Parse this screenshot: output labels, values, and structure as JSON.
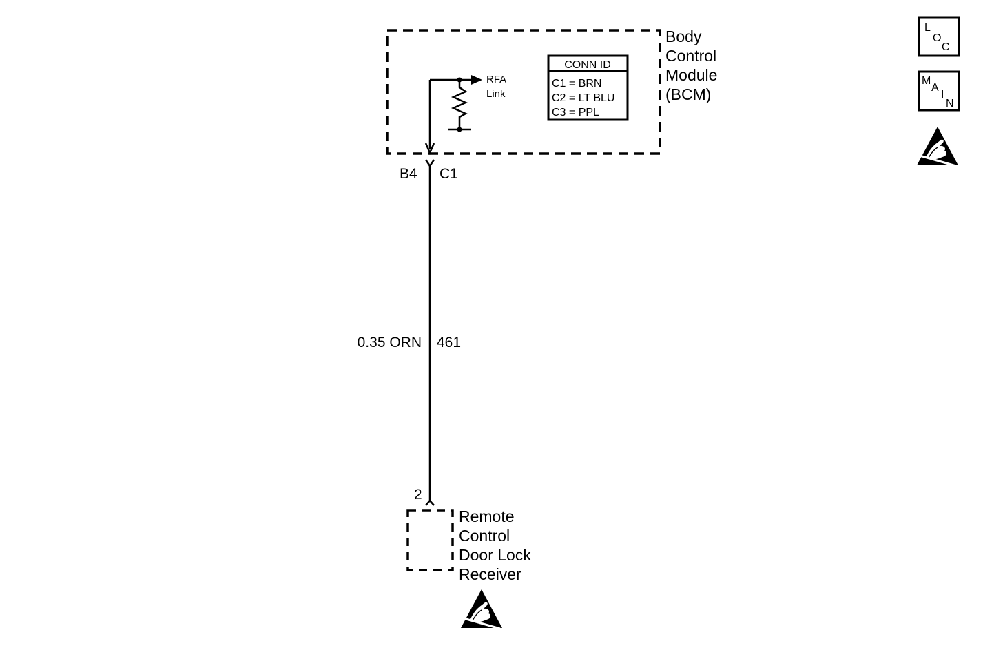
{
  "bcm": {
    "name_lines": [
      "Body",
      "Control",
      "Module",
      "(BCM)"
    ],
    "rfa_lines": [
      "RFA",
      "Link"
    ],
    "conn_id": {
      "title": "CONN ID",
      "rows": [
        "C1 =  BRN",
        "C2 =  LT BLU",
        "C3 = PPL"
      ]
    },
    "pin": "B4",
    "connector": "C1"
  },
  "wire": {
    "size_color": "0.35 ORN",
    "circuit": "461"
  },
  "receiver": {
    "pin": "2",
    "name_lines": [
      "Remote",
      "Control",
      "Door Lock",
      "Receiver"
    ]
  },
  "side_icons": {
    "loc": [
      "L",
      "O",
      "C"
    ],
    "main": [
      "M",
      "A",
      "I",
      "N"
    ],
    "esd_icon": "esd-warning-icon"
  },
  "colors": {
    "line": "#000000",
    "background": "#ffffff"
  }
}
